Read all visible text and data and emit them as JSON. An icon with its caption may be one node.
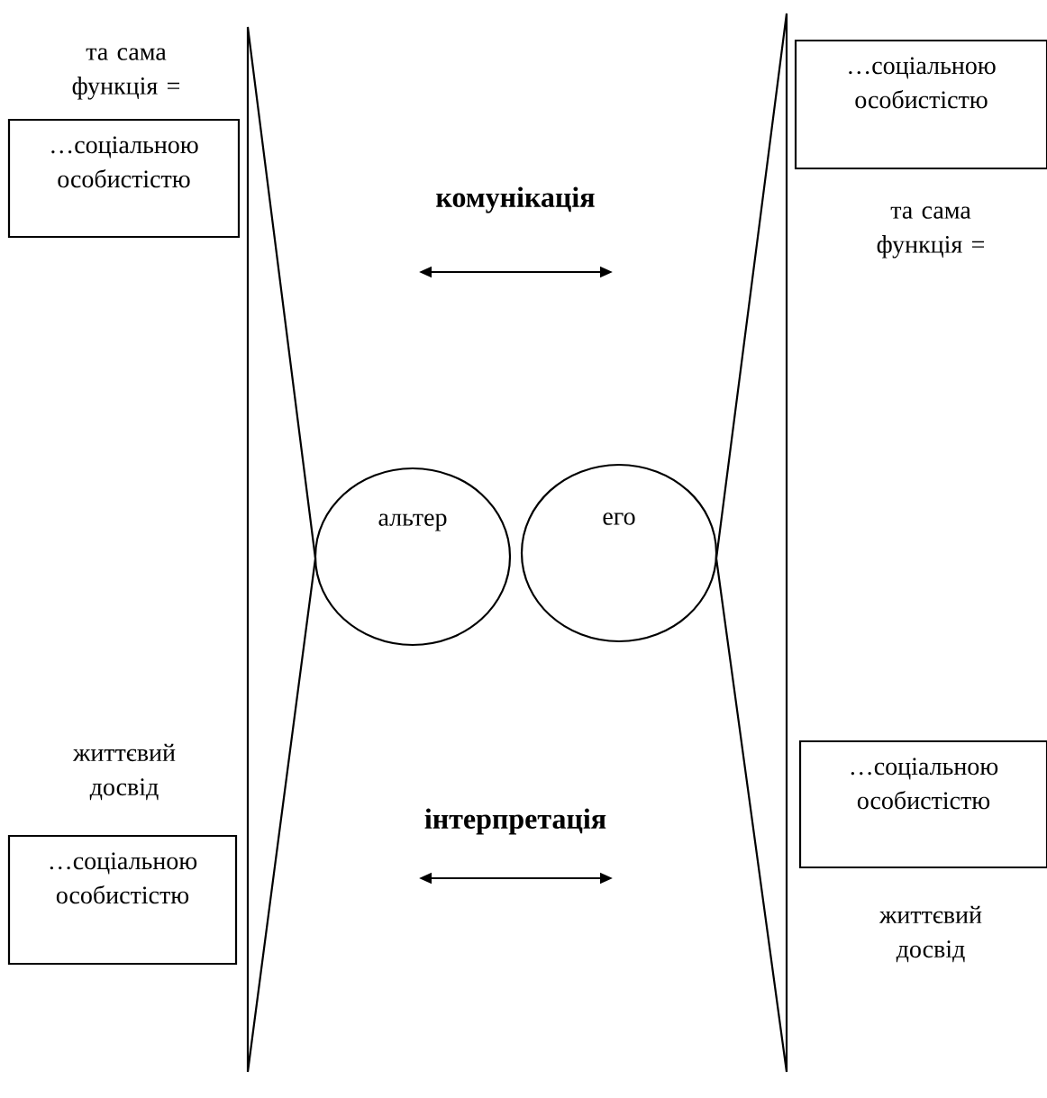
{
  "diagram": {
    "nodes": [
      {
        "text": [
          "…соціальною особистістю"
        ]
      },
      {
        "text": [
          "…соціальною особистістю"
        ]
      },
      {
        "text": [
          "…соціальною особистістю"
        ]
      },
      {
        "text": [
          "…соціальною особистістю"
        ]
      },
      {
        "text": [
          "альтер"
        ]
      },
      {
        "text": [
          "его"
        ]
      }
    ],
    "labels": [
      "та сама функція =",
      "комунікація",
      "та сама функція =",
      "життєвий досвід",
      "інтерпретація",
      "життєвий досвід"
    ]
  }
}
